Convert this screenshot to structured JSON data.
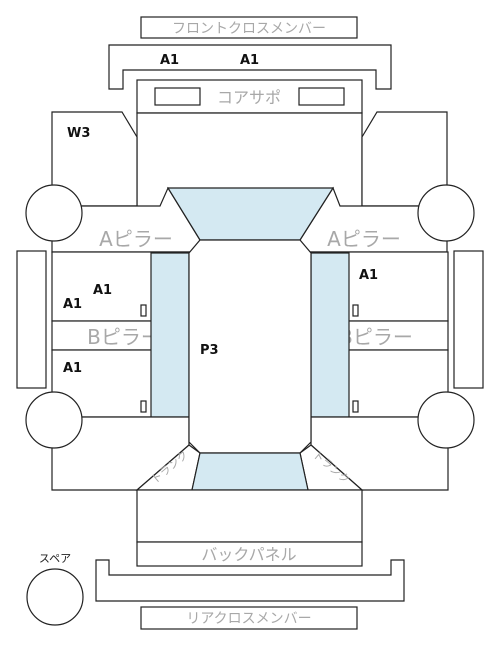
{
  "parts": {
    "front_cross_member": "フロントクロスメンバー",
    "core_support": "コアサポ",
    "a_pillar_left": "Aピラー",
    "a_pillar_right": "Aピラー",
    "b_pillar_left": "Bピラー",
    "b_pillar_right": "Bピラー",
    "trunk_left": "トランク",
    "trunk_right": "トランク",
    "back_panel": "バックパネル",
    "rear_cross_member": "リアクロスメンバー",
    "spare": "スペア"
  },
  "damage_codes": {
    "front_member_left": "A1",
    "front_member_right": "A1",
    "fender_front_left": "W3",
    "front_door_left_upper": "A1",
    "front_door_left_lower": "A1",
    "front_door_right": "A1",
    "rear_door_left": "A1",
    "roof": "P3"
  }
}
